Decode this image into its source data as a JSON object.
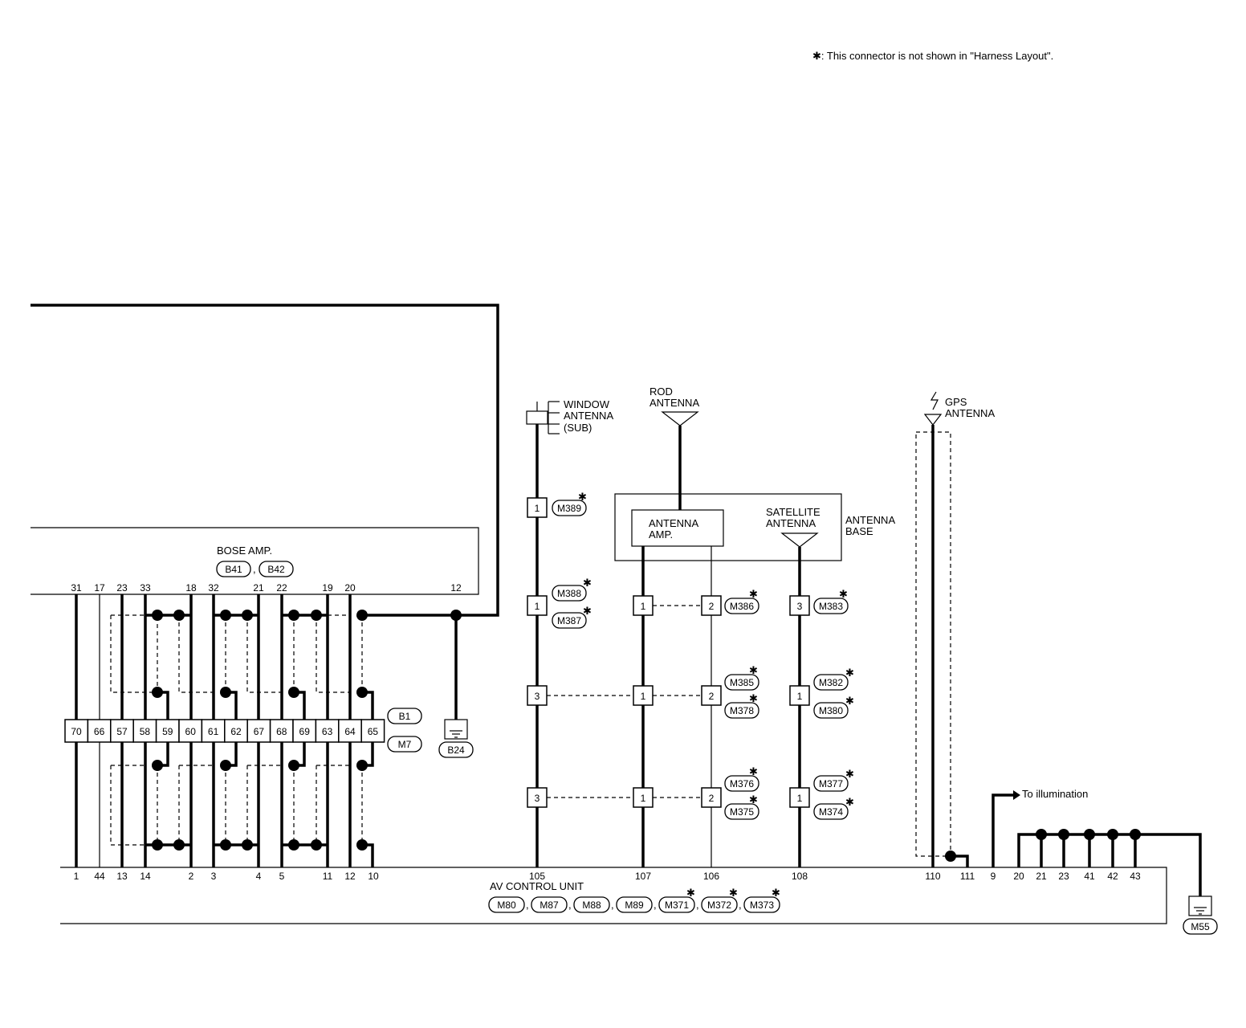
{
  "note": "✱: This connector is not shown in \"Harness Layout\".",
  "bose_amp": {
    "label": "BOSE AMP.",
    "connectors": [
      "B41",
      "B42"
    ],
    "pins": [
      "31",
      "17",
      "23",
      "33",
      "18",
      "32",
      "21",
      "22",
      "19",
      "20",
      "12"
    ]
  },
  "junction": {
    "connectors": [
      "B1",
      "M7"
    ],
    "pins": [
      "70",
      "66",
      "57",
      "58",
      "59",
      "60",
      "61",
      "62",
      "67",
      "68",
      "69",
      "63",
      "64",
      "65"
    ]
  },
  "ground_b24": "B24",
  "ground_m55": "M55",
  "window_antenna": {
    "label_lines": [
      "WINDOW",
      "ANTENNA",
      "(SUB)"
    ],
    "pins": [
      "1",
      "1",
      "3",
      "3"
    ],
    "connectors": [
      "M389",
      "M388",
      "M387"
    ]
  },
  "rod_antenna": {
    "label_lines": [
      "ROD",
      "ANTENNA"
    ]
  },
  "antenna_base": {
    "label_lines": [
      "ANTENNA",
      "BASE"
    ],
    "amp_lines": [
      "ANTENNA",
      "AMP."
    ],
    "satellite_lines": [
      "SATELLITE",
      "ANTENNA"
    ]
  },
  "amp_pins_left": [
    "1",
    "1",
    "1"
  ],
  "amp_pins_right": [
    "2",
    "2",
    "2"
  ],
  "amp_connectors": [
    "M386",
    "M385",
    "M378",
    "M376",
    "M375"
  ],
  "sat_pins": [
    "3",
    "1",
    "1"
  ],
  "sat_connectors": [
    "M383",
    "M382",
    "M380",
    "M377",
    "M374"
  ],
  "gps_antenna": {
    "label_lines": [
      "GPS",
      "ANTENNA"
    ]
  },
  "illumination": "To illumination",
  "av_unit": {
    "label": "AV CONTROL UNIT",
    "connectors": [
      "M80",
      "M87",
      "M88",
      "M89",
      "M371",
      "M372",
      "M373"
    ],
    "pins": [
      "1",
      "44",
      "13",
      "14",
      "2",
      "3",
      "4",
      "5",
      "11",
      "12",
      "10",
      "105",
      "107",
      "106",
      "108",
      "110",
      "111",
      "9",
      "20",
      "21",
      "23",
      "41",
      "42",
      "43"
    ]
  },
  "star": "✱",
  "comma": ","
}
